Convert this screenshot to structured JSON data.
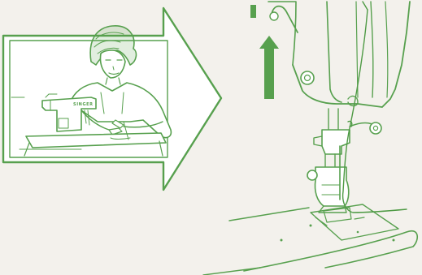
{
  "illustration": {
    "ink_color": "#57a04e",
    "paper_color": "#f3f1ec",
    "arrow_fill": "#ffffff",
    "thread_color": "#4e9a44",
    "machine_brand": "SINGER",
    "icons": {
      "direction_arrow": "right-arrow-outline",
      "thread_direction": "up-arrow-solid"
    }
  }
}
